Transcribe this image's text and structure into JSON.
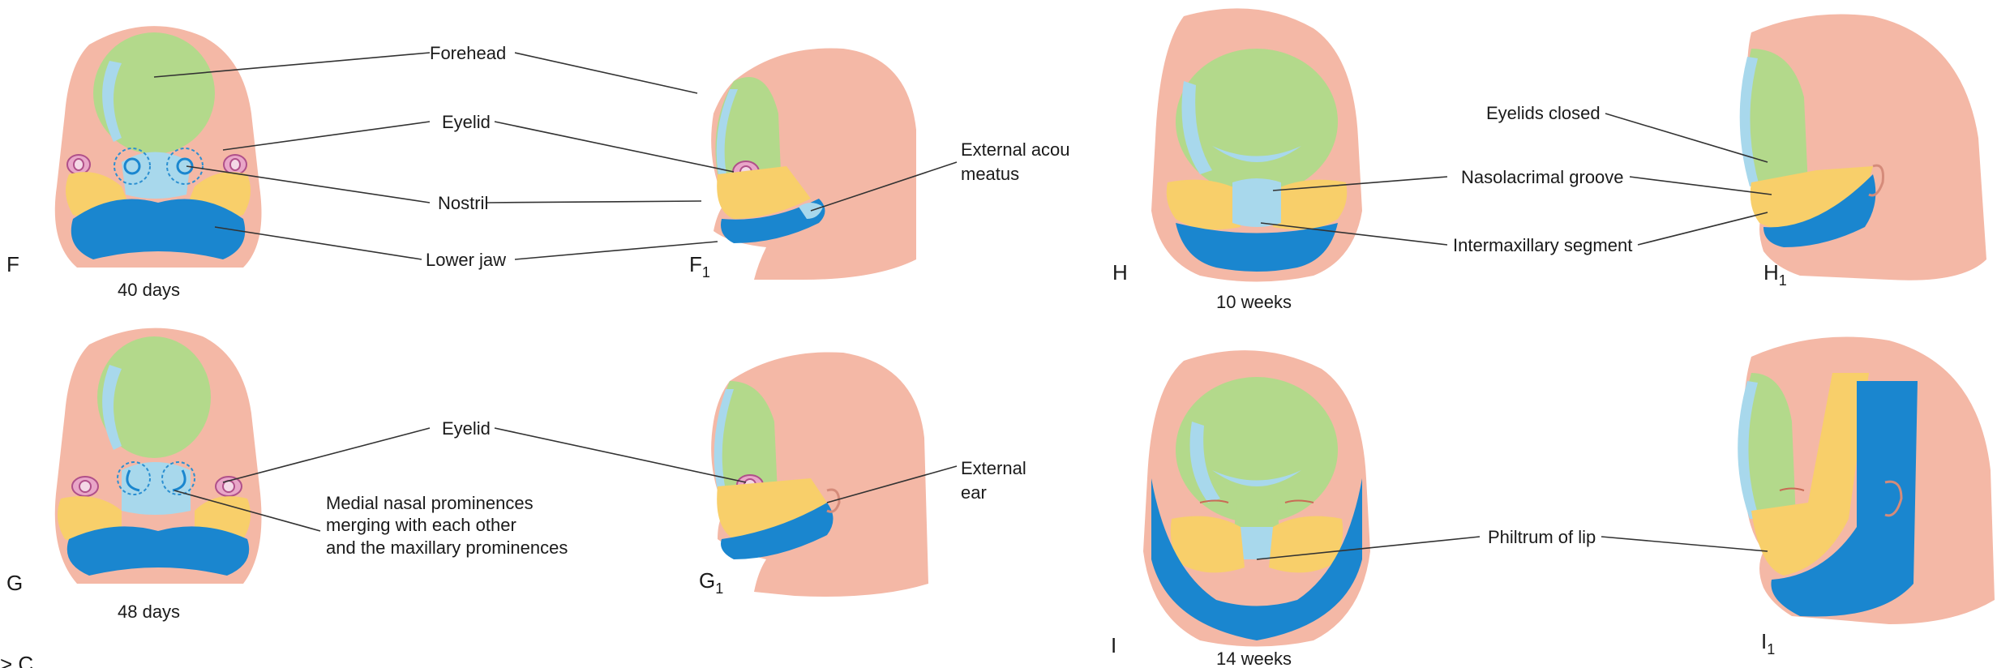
{
  "labels": {
    "forehead": "Forehead",
    "eyelid_top": "Eyelid",
    "nostril": "Nostril",
    "lower_jaw": "Lower jaw",
    "ext_acou_line1": "External acou",
    "ext_acou_line2": "meatus",
    "eyelid_g": "Eyelid",
    "medial_line1": "Medial nasal prominences",
    "medial_line2": "merging with each other",
    "medial_line3": "and the maxillary prominences",
    "ext_ear_line1": "External",
    "ext_ear_line2": "ear",
    "eyelids_closed": "Eyelids closed",
    "nasolacrimal": "Nasolacrimal groove",
    "intermaxillary": "Intermaxillary segment",
    "philtrum": "Philtrum of lip"
  },
  "panels": {
    "F": "F",
    "F1_main": "F",
    "F1_sub": "1",
    "G": "G",
    "G1_main": "G",
    "G1_sub": "1",
    "H": "H",
    "H1_main": "H",
    "H1_sub": "1",
    "I": "I",
    "I1_main": "I",
    "I1_sub": "1"
  },
  "ages": {
    "f": "40 days",
    "g": "48 days",
    "h": "10 weeks",
    "i": "14 weeks"
  },
  "corner_glyph": "> C",
  "colors": {
    "skin": "#f4b8a6",
    "forehead_green": "#b3d98b",
    "light_blue": "#a8d8ec",
    "mandible_blue": "#1a86cf",
    "maxillary_yellow": "#f8cf6a",
    "eye_pink": "#e9a6c8"
  }
}
